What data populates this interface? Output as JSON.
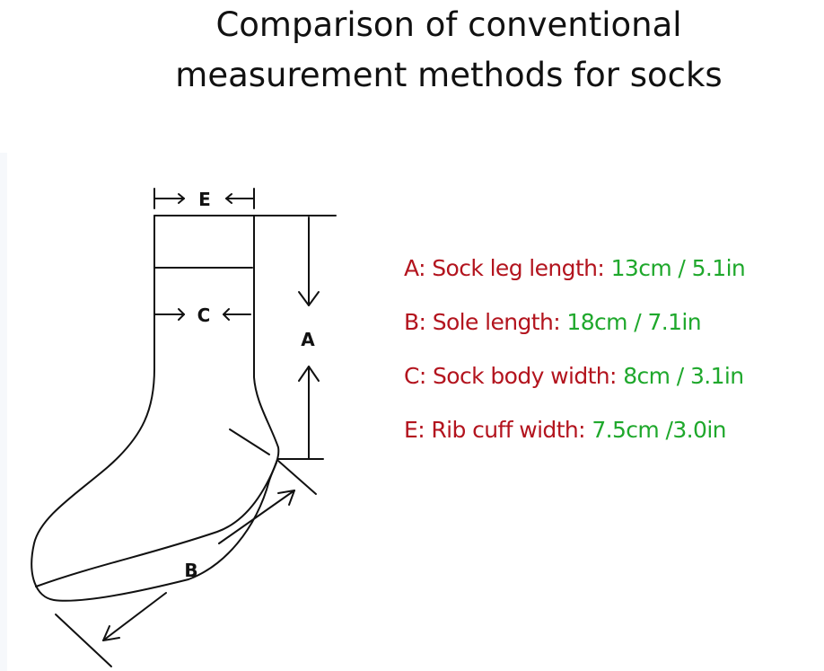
{
  "title": {
    "line1": "Comparison of conventional",
    "line2": "measurement methods for socks"
  },
  "diagram": {
    "labels": {
      "E": "E",
      "C": "C",
      "A": "A",
      "B": "B"
    }
  },
  "legend": [
    {
      "label": "A: Sock leg length: ",
      "value": "13cm / 5.1in"
    },
    {
      "label": "B: Sole length: ",
      "value": "18cm / 7.1in"
    },
    {
      "label": "C: Sock body width: ",
      "value": "8cm / 3.1in"
    },
    {
      "label": "E: Rib cuff width: ",
      "value": "7.5cm /3.0in"
    }
  ],
  "colors": {
    "label": "#b3141e",
    "value": "#1fa82c",
    "ink": "#111111"
  }
}
